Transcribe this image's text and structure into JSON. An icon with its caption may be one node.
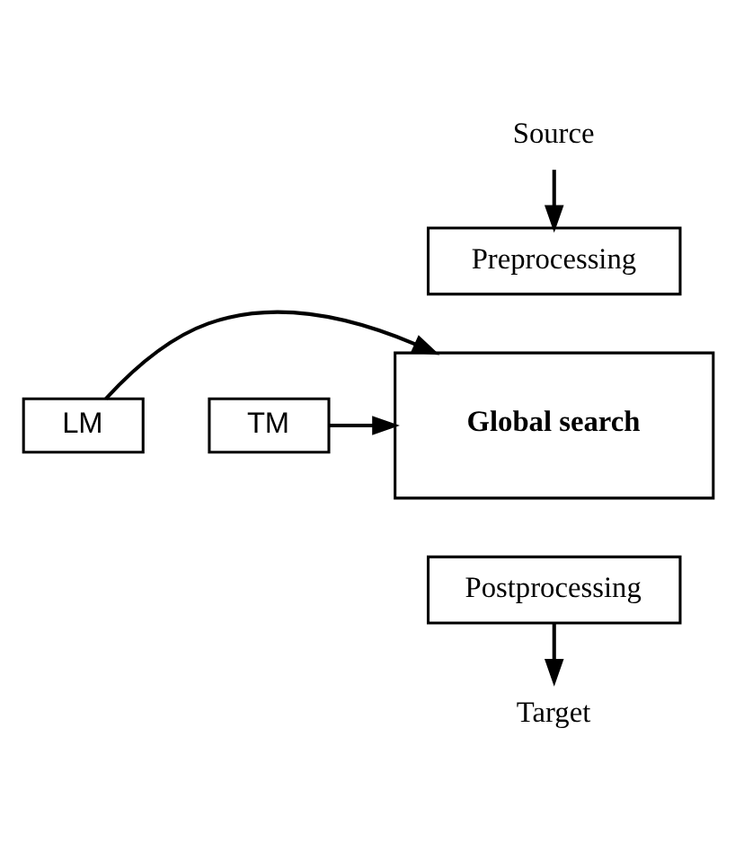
{
  "diagram": {
    "nodes": [
      {
        "text": [
          "Source"
        ]
      },
      {
        "text": [
          "Preprocessing"
        ]
      },
      {
        "text": [
          "Global search"
        ]
      },
      {
        "text": [
          "LM"
        ]
      },
      {
        "text": [
          "TM"
        ]
      },
      {
        "text": [
          "Postprocessing"
        ]
      },
      {
        "text": [
          "Target"
        ]
      }
    ],
    "edges": [
      {
        "from": 0,
        "to": 1,
        "arrow": "to"
      },
      {
        "from": 3,
        "to": 2,
        "arrow": "to"
      },
      {
        "from": 4,
        "to": 2,
        "arrow": "to"
      },
      {
        "from": 5,
        "to": 6,
        "arrow": "to"
      }
    ]
  }
}
